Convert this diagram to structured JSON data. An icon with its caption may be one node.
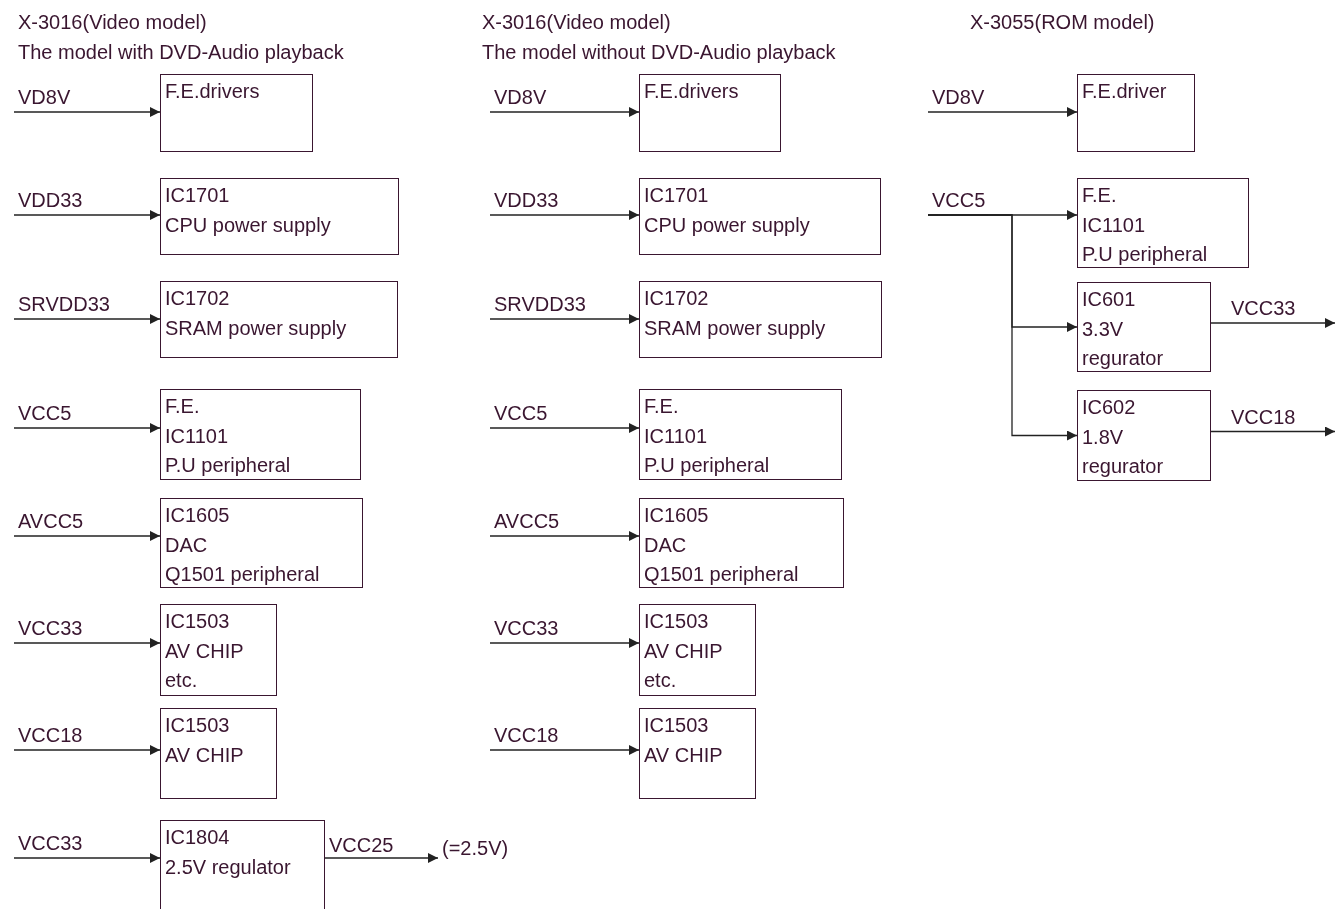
{
  "diagram": {
    "nodes": [
      {
        "text": [
          "VD8V"
        ]
      },
      {
        "text": [
          "F.E.drivers"
        ]
      },
      {
        "text": [
          "VDD33"
        ]
      },
      {
        "text": [
          "IC1701",
          "CPU power supply"
        ]
      },
      {
        "text": [
          "SRVDD33"
        ]
      },
      {
        "text": [
          "IC1702",
          "SRAM power supply"
        ]
      },
      {
        "text": [
          "VCC5"
        ]
      },
      {
        "text": [
          "F.E.",
          "IC1101",
          "P.U peripheral"
        ]
      },
      {
        "text": [
          "AVCC5"
        ]
      },
      {
        "text": [
          "IC1605",
          "DAC",
          "Q1501 peripheral"
        ]
      },
      {
        "text": [
          "VCC33"
        ]
      },
      {
        "text": [
          "IC1503",
          "AV CHIP",
          "etc."
        ]
      },
      {
        "text": [
          "VCC18"
        ]
      },
      {
        "text": [
          "IC1503",
          "AV CHIP"
        ]
      },
      {
        "text": [
          "VCC33"
        ]
      },
      {
        "text": [
          "IC1804",
          "2.5V regulator"
        ]
      },
      {
        "text": [
          "(=2.5V)"
        ]
      },
      {
        "text": [
          "VD8V"
        ]
      },
      {
        "text": [
          "F.E.drivers"
        ]
      },
      {
        "text": [
          "VDD33"
        ]
      },
      {
        "text": [
          "IC1701",
          "CPU power supply"
        ]
      },
      {
        "text": [
          "SRVDD33"
        ]
      },
      {
        "text": [
          "IC1702",
          "SRAM power supply"
        ]
      },
      {
        "text": [
          "VCC5"
        ]
      },
      {
        "text": [
          "F.E.",
          "IC1101",
          "P.U peripheral"
        ]
      },
      {
        "text": [
          "AVCC5"
        ]
      },
      {
        "text": [
          "IC1605",
          "DAC",
          "Q1501 peripheral"
        ]
      },
      {
        "text": [
          "VCC33"
        ]
      },
      {
        "text": [
          "IC1503",
          "AV CHIP",
          "etc."
        ]
      },
      {
        "text": [
          "VCC18"
        ]
      },
      {
        "text": [
          "IC1503",
          "AV CHIP"
        ]
      },
      {
        "text": [
          "VD8V"
        ]
      },
      {
        "text": [
          "F.E.driver"
        ]
      },
      {
        "text": [
          "VCC5"
        ]
      },
      {
        "text": [
          "F.E.",
          "IC1101",
          "P.U peripheral"
        ]
      },
      {
        "text": [
          "IC601",
          "3.3V",
          "regurator"
        ]
      },
      {
        "text": [
          "IC602",
          "1.8V",
          "regurator"
        ]
      }
    ],
    "edges": [
      {
        "from": 0,
        "to": 1,
        "arrow": "to"
      },
      {
        "from": 2,
        "to": 3,
        "arrow": "to"
      },
      {
        "from": 4,
        "to": 5,
        "arrow": "to"
      },
      {
        "from": 6,
        "to": 7,
        "arrow": "to"
      },
      {
        "from": 8,
        "to": 9,
        "arrow": "to"
      },
      {
        "from": 10,
        "to": 11,
        "arrow": "to"
      },
      {
        "from": 12,
        "to": 13,
        "arrow": "to"
      },
      {
        "from": 14,
        "to": 15,
        "arrow": "to"
      },
      {
        "from": 15,
        "to": 16,
        "arrow": "to",
        "label": "VCC25"
      },
      {
        "from": 17,
        "to": 18,
        "arrow": "to"
      },
      {
        "from": 19,
        "to": 20,
        "arrow": "to"
      },
      {
        "from": 21,
        "to": 22,
        "arrow": "to"
      },
      {
        "from": 23,
        "to": 24,
        "arrow": "to"
      },
      {
        "from": 25,
        "to": 26,
        "arrow": "to"
      },
      {
        "from": 27,
        "to": 28,
        "arrow": "to"
      },
      {
        "from": 29,
        "to": 30,
        "arrow": "to"
      },
      {
        "from": 31,
        "to": 32,
        "arrow": "to"
      },
      {
        "from": 33,
        "to": 34,
        "arrow": "to"
      },
      {
        "from": 33,
        "to": 35,
        "arrow": "to"
      },
      {
        "from": 33,
        "to": 36,
        "arrow": "to"
      },
      {
        "from": 35,
        "to": null,
        "arrow": "to",
        "label": "VCC33"
      },
      {
        "from": 36,
        "to": null,
        "arrow": "to",
        "label": "VCC18"
      }
    ],
    "labels": [
      "X-3016(Video model)",
      "The model with DVD-Audio playback",
      "X-3016(Video model)",
      "The model without DVD-Audio playback",
      "X-3055(ROM model)"
    ]
  }
}
